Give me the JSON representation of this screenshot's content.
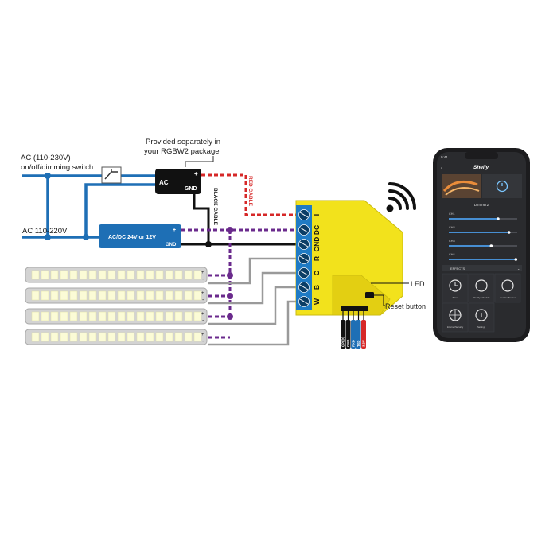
{
  "labels": {
    "ac_switch": [
      "AC (110-230V)",
      "on/off/dimming switch"
    ],
    "ac_mains": "AC 110-220V",
    "provided": [
      "Provided separately in",
      "your RGBW2 package"
    ],
    "adapter_ac": "AC",
    "adapter_gnd": "GND",
    "adapter_plus": "+",
    "psu_label": "AC/DC 24V or 12V",
    "psu_gnd": "GND",
    "psu_plus": "+",
    "black_cable": "BLACK CABLE",
    "red_cable": "RED CABLE",
    "terminals": [
      "I",
      "DC",
      "GND",
      "R",
      "G",
      "B",
      "W"
    ],
    "header_pins": [
      "GPIO0",
      "GND",
      "RXD",
      "TXD",
      "3.3V"
    ],
    "led_label": "LED",
    "reset_label": "Reset button",
    "strip_plus": "+",
    "strip_minus": "-"
  },
  "phone": {
    "status_time": "9:41",
    "brand": "Shelly",
    "device_title": "Dimmer2",
    "sliders": [
      {
        "label": "CH1",
        "level": 0.72
      },
      {
        "label": "CH2",
        "level": 0.88
      },
      {
        "label": "CH3",
        "level": 0.62
      },
      {
        "label": "CH4",
        "level": 0.98
      }
    ],
    "effects_label": "EFFECTS",
    "tiles": [
      "Timer",
      "Weekly schedule",
      "Sunrise/Sunset",
      "Internet/Security",
      "Settings"
    ]
  },
  "colors": {
    "ac_wire": "#1e6fb5",
    "device_yellow": "#f2e21c",
    "terminal_blue": "#1f7bc4",
    "red_dashed": "#d62828",
    "purple_dashed": "#6a2a8c",
    "gray_wire": "#9a9a9a",
    "led_strip": "#cfcfcf",
    "led_chip": "#fbfbd6"
  }
}
